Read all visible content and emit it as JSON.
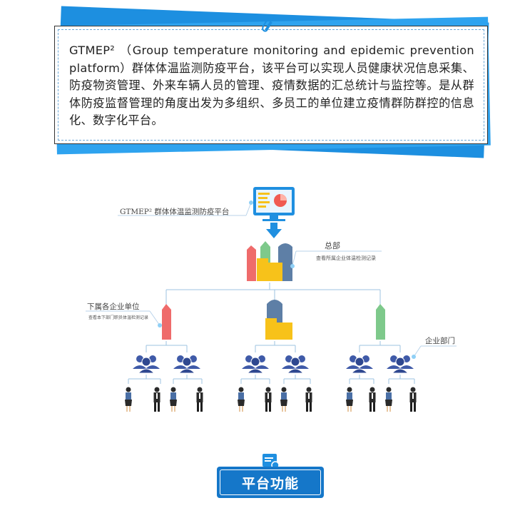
{
  "intro": {
    "text": "GTMEP² （Group temperature monitoring and epidemic prevention platform）群体体温监测防疫平台，该平台可以实现人员健康状况信息采集、防疫物资管理、外来车辆人员的管理、疫情数据的汇总统计与监控等。是从群体防疫监督管理的角度出发为多组织、多员工的单位建立疫情群防群控的信息化、数字化平台。"
  },
  "diagram": {
    "platform_label": "GTMEP² 群体体温监测防疫平台",
    "hq_label": "总部",
    "hq_desc": "查看所属企业体温检测记录",
    "sub_label": "下属各企业单位",
    "sub_desc": "查看本下部门职员体温检测记录",
    "dept_label": "企业部门"
  },
  "footer": {
    "button_label": "平台功能"
  },
  "colors": {
    "accent": "#1d8fe0",
    "button": "#1577c9",
    "group_icon": "#3f5aa8",
    "monitor": "#1f8fe0",
    "folder": "#f7c21a"
  }
}
